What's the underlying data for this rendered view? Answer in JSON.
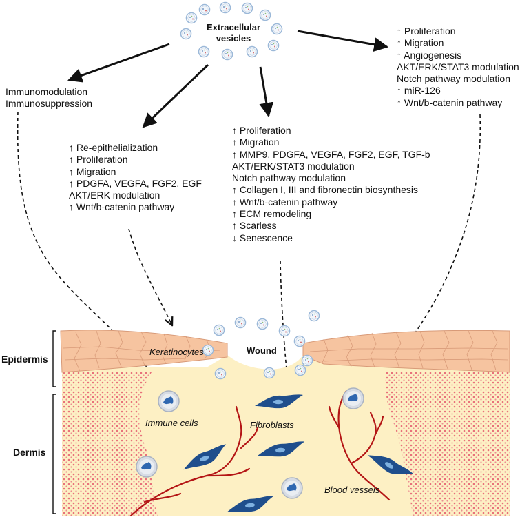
{
  "header": {
    "line1": "Extracellular",
    "line2": "vesicles"
  },
  "immune_effects": [
    "Immunomodulation",
    "Immunosuppression"
  ],
  "keratinocyte_effects": [
    "↑ Re-epithelialization",
    "↑ Proliferation",
    "↑ Migration",
    "↑ PDGFA, VEGFA, FGF2, EGF",
    "AKT/ERK modulation",
    "↑ Wnt/b-catenin pathway"
  ],
  "fibroblast_effects": [
    "↑ Proliferation",
    "↑ Migration",
    "↑ MMP9, PDGFA, VEGFA, FGF2, EGF, TGF-b",
    "AKT/ERK/STAT3 modulation",
    "Notch pathway modulation",
    "↑ Collagen I, III and fibronectin biosynthesis",
    "↑ Wnt/b-catenin pathway",
    "↑ ECM remodeling",
    "↑ Scarless",
    "↓ Senescence"
  ],
  "endothelial_effects": [
    "↑ Proliferation",
    "↑ Migration",
    "↑ Angiogenesis",
    "AKT/ERK/STAT3 modulation",
    "Notch pathway modulation",
    "↑ miR-126",
    "↑ Wnt/b-catenin pathway"
  ],
  "skin": {
    "epidermis": "Epidermis",
    "dermis": "Dermis",
    "wound": "Wound",
    "keratinocytes": "Keratinocytes",
    "immune_cells": "Immune cells",
    "fibroblasts": "Fibroblasts",
    "blood_vessels": "Blood vessels"
  },
  "colors": {
    "epidermis_fill": "#f6c4a0",
    "epidermis_line": "#d89a78",
    "dermis_fill": "#fdf0c4",
    "dermis_dots": "#e8707a",
    "vessel": "#b41515",
    "fibroblast": "#1f4e8c",
    "fibroblast_nucleus": "#7fb1e0",
    "immune_cell": "#d7dce4",
    "vesicle_ring": "#9bb8d8"
  }
}
